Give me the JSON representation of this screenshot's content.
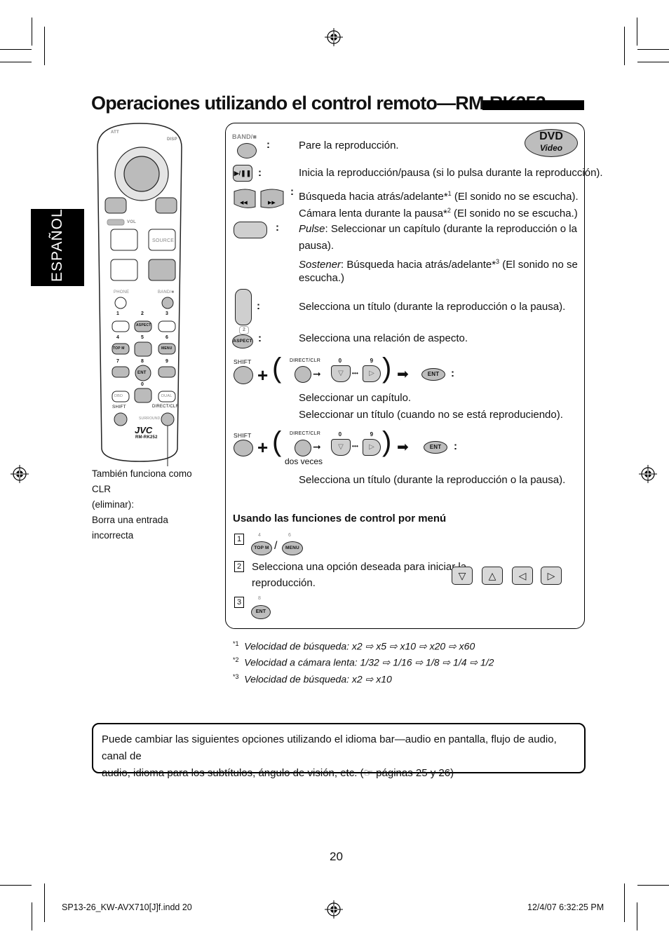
{
  "title": "Operaciones utilizando el control remoto—RM-RK252",
  "side_tab": "ESPAÑOL",
  "remote": {
    "labels": {
      "att": "ATT",
      "disp": "DISP",
      "vol": "VOL",
      "source": "SOURCE",
      "phone": "PHONE",
      "band": "BAND/■",
      "aspect": "ASPECT",
      "topm": "TOP M",
      "menu": "MENU",
      "ent": "ENT",
      "dbd": "DBD",
      "dual": "DUAL",
      "shift": "SHIFT",
      "directclr": "DIRECT/CLR",
      "surround": "SURROUND",
      "brand": "JVC",
      "model": "RM-RK252",
      "n1": "1",
      "n2": "2",
      "n3": "3",
      "n4": "4",
      "n5": "5",
      "n6": "6",
      "n7": "7",
      "n8": "8",
      "n9": "9",
      "n0": "0"
    },
    "note": [
      "También funciona como CLR",
      "(eliminar):",
      "Borra una entrada incorrecta"
    ]
  },
  "dvd_logo": {
    "top": "DVD",
    "bottom": "Video"
  },
  "ops": {
    "band_label": "BAND/■",
    "stop": "Pare la reproducción.",
    "play": "Inicia la reproducción/pausa (si lo pulsa durante la reproducción).",
    "search_1a": "Búsqueda hacia atrás/adelante*",
    "search_1sup": "1",
    "search_1b": " (El sonido no se escucha).",
    "slow_a": "Cámara lenta durante la pausa*",
    "slow_sup": "2",
    "slow_b": " (El sonido no se escucha.)",
    "pulse_em": "Pulse",
    "pulse_rest": ": Seleccionar un capítulo (durante la reproducción o la",
    "pulse_rest2": "pausa).",
    "hold_em": "Sostener",
    "hold_rest": ": Búsqueda hacia atrás/adelante*",
    "hold_sup": "3",
    "hold_rest_b": " (El sonido no se",
    "hold_rest2": "escucha.)",
    "title_sel": "Selecciona un título (durante la reproducción o la pausa).",
    "aspect_num": "2",
    "aspect_label": "ASPECT",
    "aspect_sel": "Selecciona una relación de aspecto.",
    "shift_label": "SHIFT",
    "directclr": "DIRECT/CLR",
    "zero": "0",
    "nine": "9",
    "dots": "•••",
    "ent": "ENT",
    "chapter_sel": "Seleccionar un capítulo.",
    "title_sel_stop": "Seleccionar un título (cuando no se está reproduciendo).",
    "twice": "dos veces",
    "title_sel2": "Selecciona un título (durante la reproducción o la pausa)."
  },
  "menu_section": {
    "heading": "Usando las funciones de control por menú",
    "step1_num": "1",
    "step1_keys": [
      "4",
      "6"
    ],
    "step1_btns": [
      "TOP M",
      "MENU"
    ],
    "step2_num": "2",
    "step2_text_a": "Selecciona una opción deseada para iniciar la",
    "step2_text_b": "reproducción.",
    "step3_num": "3",
    "step3_key": "8",
    "step3_btn": "ENT"
  },
  "footnotes": [
    {
      "mark": "*1",
      "text": "Velocidad de búsqueda: x2 ⇨ x5 ⇨ x10 ⇨ x20 ⇨ x60"
    },
    {
      "mark": "*2",
      "text": "Velocidad a cámara lenta: 1/32 ⇨ 1/16 ⇨ 1/8 ⇨ 1/4 ⇨ 1/2"
    },
    {
      "mark": "*3",
      "text": "Velocidad de búsqueda: x2 ⇨ x10"
    }
  ],
  "info": {
    "line1": "Puede cambiar las siguientes opciones utilizando el idioma bar—audio en pantalla, flujo de audio, canal de",
    "line2": "audio, idioma para los subtítulos, ángulo de visión, etc. (☞ páginas 25 y 26)"
  },
  "page_number": "20",
  "footer": {
    "file": "SP13-26_KW-AVX710[J]f.indd   20",
    "date": "12/4/07   6:32:25 PM"
  }
}
